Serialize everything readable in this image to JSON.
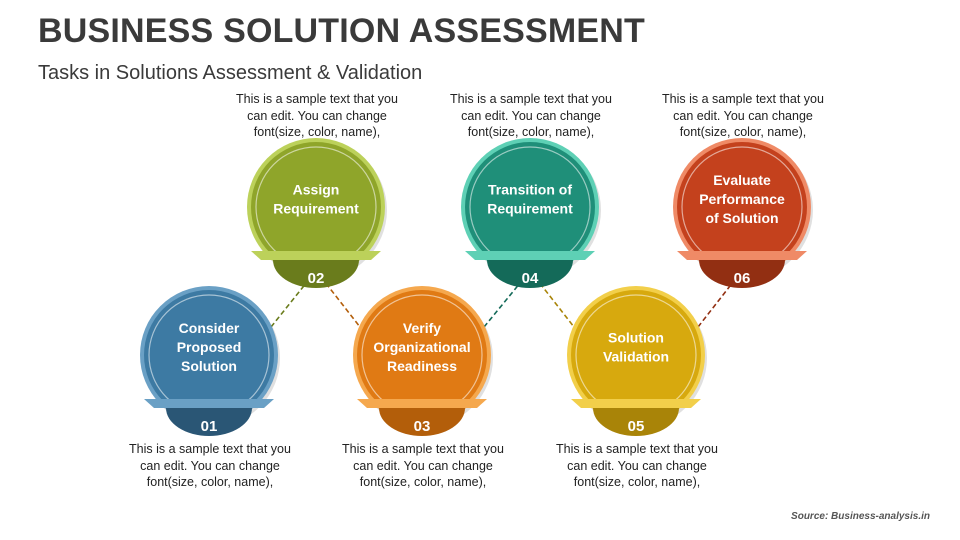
{
  "header": {
    "title": "BUSINESS SOLUTION ASSESSMENT",
    "subtitle": "Tasks in Solutions Assessment & Validation"
  },
  "steps": [
    {
      "number": "01",
      "label": [
        "Consider",
        "Proposed",
        "Solution"
      ],
      "description": [
        "This is a sample text that you",
        "can edit. You can change",
        "font(size, color, name),"
      ],
      "color": "#3d7aa3",
      "dark": "#2a5675",
      "light": "#6aa0c5"
    },
    {
      "number": "02",
      "label": [
        "Assign",
        "Requirement"
      ],
      "description": [
        "This is a sample text that you",
        "can edit. You can change",
        "font(size, color, name),"
      ],
      "color": "#8fa52a",
      "dark": "#6a7c1c",
      "light": "#bcd15a"
    },
    {
      "number": "03",
      "label": [
        "Verify",
        "Organizational",
        "Readiness"
      ],
      "description": [
        "This is a sample text that you",
        "can edit. You can change",
        "font(size, color, name),"
      ],
      "color": "#e07a14",
      "dark": "#b35e0a",
      "light": "#f5a84e"
    },
    {
      "number": "04",
      "label": [
        "Transition of",
        "Requirement"
      ],
      "description": [
        "This is a sample text that you",
        "can edit. You can change",
        "font(size, color, name),"
      ],
      "color": "#1f8f79",
      "dark": "#146a59",
      "light": "#5ed0b5"
    },
    {
      "number": "05",
      "label": [
        "Solution",
        "Validation"
      ],
      "description": [
        "This is a sample text that you",
        "can edit. You can change",
        "font(size, color, name),"
      ],
      "color": "#d7a90e",
      "dark": "#a98408",
      "light": "#f2cf4a"
    },
    {
      "number": "06",
      "label": [
        "Evaluate",
        "Performance",
        "of Solution"
      ],
      "description": [
        "This is a sample text that you",
        "can edit. You can change",
        "font(size, color, name),"
      ],
      "color": "#c4411d",
      "dark": "#922f12",
      "light": "#ef8a66"
    }
  ],
  "footer": {
    "source": "Source: Business-analysis.in"
  }
}
